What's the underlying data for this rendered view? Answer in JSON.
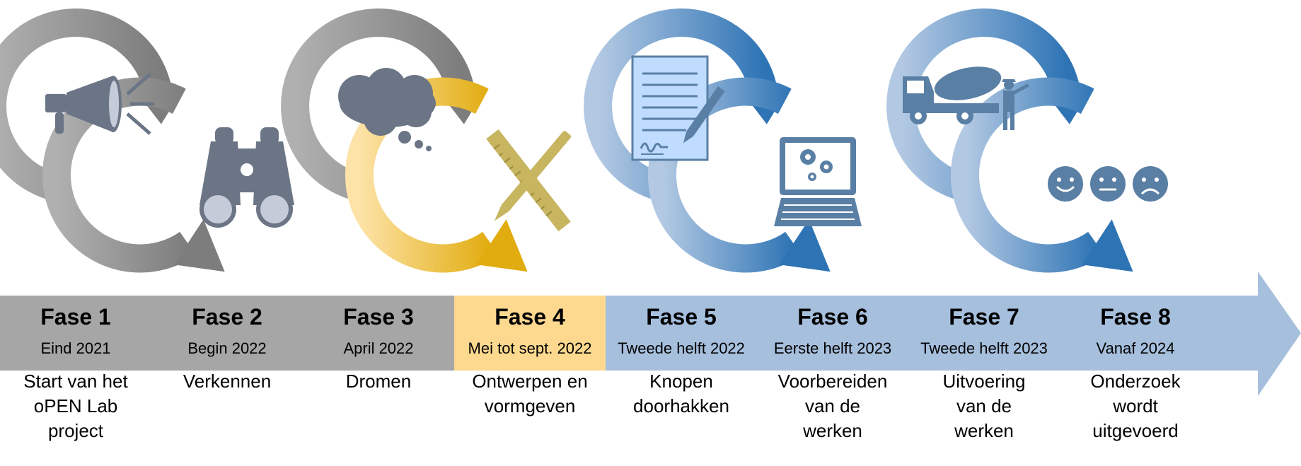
{
  "colors": {
    "grey": "#a6a6a6",
    "grey_dark": "#6b7280",
    "yellow": "#fdd98f",
    "yellow_dark": "#e1ac0f",
    "blue": "#a6bfdd",
    "blue_dark": "#2e74b5",
    "icon_slate": "#6b7585",
    "icon_blue": "#5a7fa5",
    "icon_tan": "#c8b560"
  },
  "phases": [
    {
      "title": "Fase 1",
      "date": "Eind 2021",
      "desc": [
        "Start van het",
        "oPEN Lab",
        "project"
      ],
      "icon": "megaphone-icon",
      "style": "grey"
    },
    {
      "title": "Fase 2",
      "date": "Begin 2022",
      "desc": [
        "Verkennen"
      ],
      "icon": "binoculars-icon",
      "style": "grey"
    },
    {
      "title": "Fase 3",
      "date": "April 2022",
      "desc": [
        "Dromen"
      ],
      "icon": "thought-cloud-icon",
      "style": "grey"
    },
    {
      "title": "Fase 4",
      "date": "Mei tot sept. 2022",
      "desc": [
        "Ontwerpen en",
        "vormgeven"
      ],
      "icon": "ruler-pencil-icon",
      "style": "yellow"
    },
    {
      "title": "Fase 5",
      "date": "Tweede helft 2022",
      "desc": [
        "Knopen",
        "doorhakken"
      ],
      "icon": "signed-document-icon",
      "style": "blue"
    },
    {
      "title": "Fase 6",
      "date": "Eerste helft 2023",
      "desc": [
        "Voorbereiden",
        "van de",
        "werken"
      ],
      "icon": "laptop-gears-icon",
      "style": "blue"
    },
    {
      "title": "Fase 7",
      "date": "Tweede helft 2023",
      "desc": [
        "Uitvoering",
        "van de",
        "werken"
      ],
      "icon": "cement-truck-worker-icon",
      "style": "blue"
    },
    {
      "title": "Fase 8",
      "date": "Vanaf 2024",
      "desc": [
        "Onderzoek",
        "wordt",
        "uitgevoerd"
      ],
      "icon": "smiley-faces-icon",
      "style": "blue"
    }
  ]
}
